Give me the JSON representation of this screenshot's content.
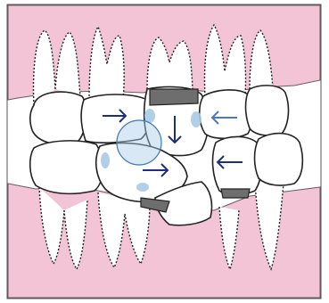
{
  "colors": {
    "gum": "#F2C4D6",
    "gum_edge": "#6a5a62",
    "tooth_fill": "#FFFFFF",
    "tooth_edge": "#222222",
    "root_dash": "#222222",
    "wear_band": "#6E6E6E",
    "contact_spot": "#A9CBE6",
    "arrow_dark": "#1E2F7A",
    "arrow_light": "#4A78C8"
  },
  "arrows": [
    {
      "name": "arrow-right-upper",
      "direction": "right",
      "tone": "dark"
    },
    {
      "name": "arrow-down-center",
      "direction": "down",
      "tone": "dark"
    },
    {
      "name": "arrow-left-upper",
      "direction": "left",
      "tone": "light"
    },
    {
      "name": "arrow-right-lower",
      "direction": "right",
      "tone": "dark"
    },
    {
      "name": "arrow-left-lower",
      "direction": "left",
      "tone": "dark"
    }
  ]
}
